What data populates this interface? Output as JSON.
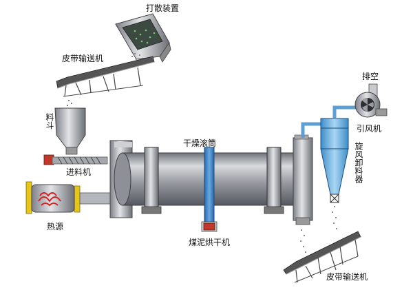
{
  "labels": {
    "disperser": "打散装置",
    "conveyor_top": "皮带输送机",
    "hopper": "料斗",
    "feeder": "进料机",
    "heat_source": "热源",
    "drum": "干燥滚筒",
    "machine": "煤泥烘干机",
    "exhaust": "排空",
    "fan": "引风机",
    "cyclone": "旋风卸料器",
    "conveyor_bottom": "皮带输送机"
  },
  "colors": {
    "drum_body": "#8d9097",
    "drum_highlight": "#d8dadd",
    "band_blue": "#3b7fc4",
    "cyclone_blue": "#6fb4e0",
    "motor_red": "#c0392b",
    "flame_red": "#d81e1e",
    "heat_yellow": "#e8c619"
  },
  "icons": [
    "screw-feeder-icon",
    "flame-icon",
    "fan-icon",
    "motor-icon"
  ]
}
